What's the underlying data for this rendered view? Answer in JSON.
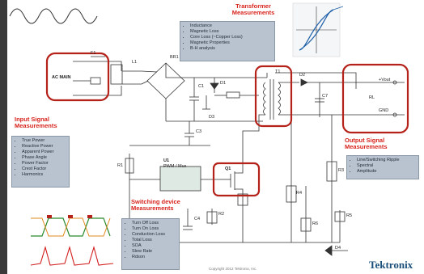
{
  "transformer": {
    "title": "Transformer Measurements",
    "items": [
      "Inductance",
      "Magnetic Loss",
      "Core Loss (~Copper Loss)",
      "Magnetic Properties",
      "B-H analysis"
    ]
  },
  "input": {
    "title": "Input Signal Measurements",
    "items": [
      "True Power",
      "Reactive Power",
      "Apparent Power",
      "Phase Angle",
      "Power Factor",
      "Crest Factor",
      "Harmonics"
    ]
  },
  "output": {
    "title": "Output Signal Measurements",
    "items": [
      "Line/Switching Ripple",
      "Spectral",
      "Amplitude"
    ]
  },
  "switching": {
    "title": "Switching device Measurements",
    "items": [
      "Turn Off Loss",
      "Turn On Loss",
      "Conduction Loss",
      "Total Loss",
      "SOA",
      "Slew Rate",
      "Rdson"
    ]
  },
  "components": {
    "ac_main": "AC MAIN",
    "pwm_block": "PWM / Mux",
    "mosfet_label": "Q1",
    "labels": [
      "F1",
      "L1",
      "BR1",
      "C1",
      "D1",
      "T1",
      "D2",
      "C7",
      "R1",
      "C3",
      "R2",
      "U1",
      "R4",
      "R6",
      "C4",
      "D4",
      "R3",
      "R5",
      "RL",
      "+Vout",
      "GND",
      "D3"
    ]
  },
  "brand": "Tektronix",
  "footer": "Copyright 2012 Tektronix, Inc."
}
